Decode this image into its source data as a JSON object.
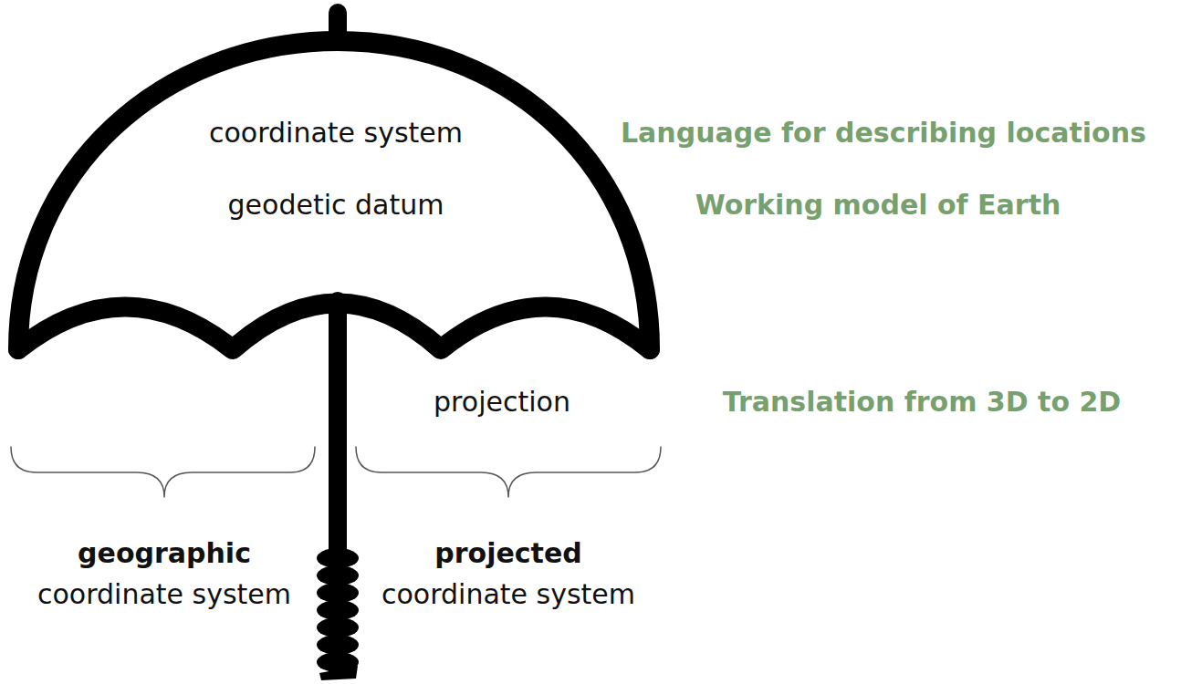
{
  "diagram": {
    "labels": [
      "coordinate system",
      "geodetic datum",
      "projection",
      "Language for describing locations",
      "Working model of Earth",
      "Translation from 3D to 2D",
      "geographic",
      "coordinate system",
      "projected",
      "coordinate system"
    ]
  }
}
